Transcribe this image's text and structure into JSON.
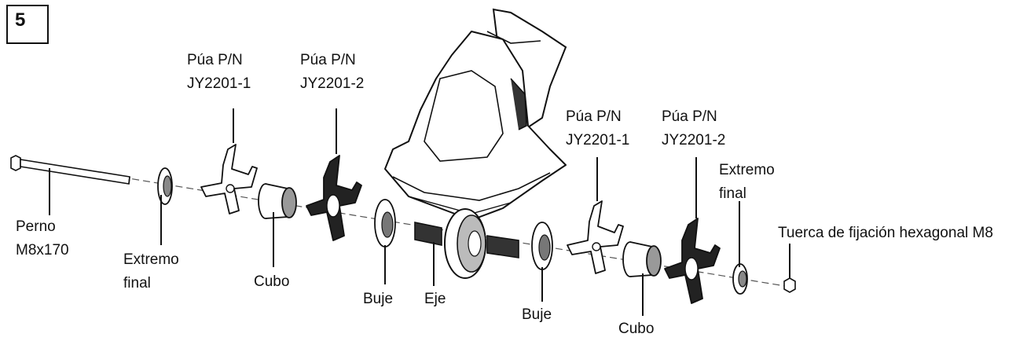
{
  "step": "5",
  "labels": {
    "tine_left_1": [
      "Púa P/N",
      "JY2201-1"
    ],
    "tine_left_2": [
      "Púa P/N",
      "JY2201-2"
    ],
    "tine_right_1": [
      "Púa P/N",
      "JY2201-1"
    ],
    "tine_right_2": [
      "Púa P/N",
      "JY2201-2"
    ],
    "bolt": [
      "Perno",
      "M8x170"
    ],
    "end_cap_left": [
      "Extremo",
      "final"
    ],
    "end_cap_right": [
      "Extremo",
      "final"
    ],
    "hub_left": "Cubo",
    "hub_right": "Cubo",
    "bushing_left": "Buje",
    "bushing_right": "Buje",
    "axle": "Eje",
    "nut": "Tuerca de fijación hexagonal M8"
  }
}
